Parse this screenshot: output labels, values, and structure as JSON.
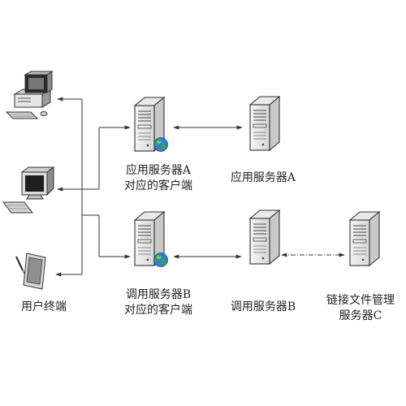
{
  "labels": {
    "client_a_line1": "应用服务器A",
    "client_a_line2": "对应的客户端",
    "server_a": "应用服务器A",
    "client_b_line1": "调用服务器B",
    "client_b_line2": "对应的客户端",
    "server_b": "调用服务器B",
    "server_c_line1": "链接文件管理",
    "server_c_line2": "服务器C",
    "user_terminal": "用户终端"
  },
  "icons": {
    "client_a": "server-with-globe-icon",
    "server_a": "server-tower-icon",
    "client_b": "server-with-globe-icon",
    "server_b": "server-tower-icon",
    "server_c": "server-tower-icon",
    "terminal_desktop": "desktop-computer-icon",
    "terminal_monitor": "crt-monitor-icon",
    "terminal_tablet": "tablet-stylus-icon"
  },
  "colors": {
    "line": "#333333",
    "globe_ocean": "#2f7fd6",
    "globe_land": "#3aa64a"
  }
}
